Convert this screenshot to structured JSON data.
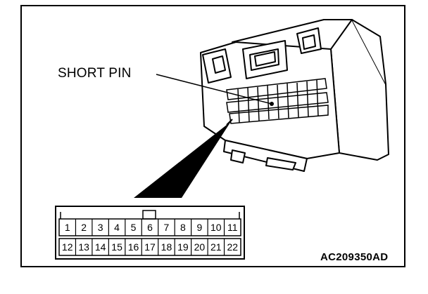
{
  "callout_label": "SHORT PIN",
  "figure_id": "AC209350AD",
  "pins_top_row": [
    "1",
    "2",
    "3",
    "4",
    "5",
    "6",
    "7",
    "8",
    "9",
    "10",
    "11"
  ],
  "pins_bottom_row": [
    "12",
    "13",
    "14",
    "15",
    "16",
    "17",
    "18",
    "19",
    "20",
    "21",
    "22"
  ]
}
